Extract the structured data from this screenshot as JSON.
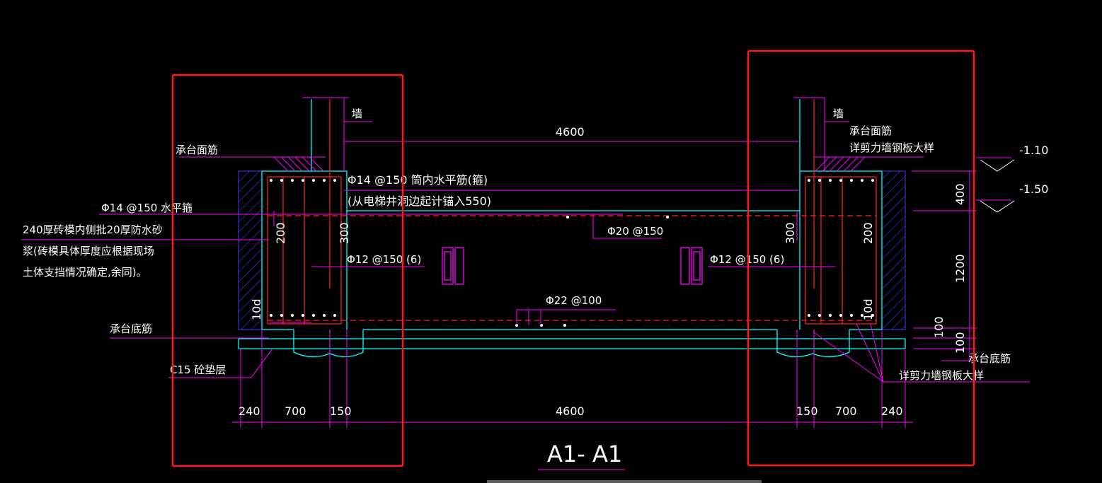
{
  "drawing": {
    "section_title": "A1- A1",
    "colors": {
      "background": "#000000",
      "magenta": "#ff00ff",
      "cyan": "#00ffff",
      "red": "#ff0000",
      "green": "#00ff00",
      "white": "#ffffff",
      "highlight_box": "#ff0000"
    },
    "labels": {
      "wall_left": "墙",
      "wall_right": "墙",
      "cap_top_rebar_left": "承台面筋",
      "cap_top_rebar_right": "承台面筋",
      "shear_wall_detail_top": "详剪力墙钢板大样",
      "shear_wall_detail_bottom": "详剪力墙钢板大样",
      "horizontal_stirrup": "Φ14 @150 水平箍",
      "brick_formwork_1": "240厚砖模内侧批20厚防水砂",
      "brick_formwork_2": "浆(砖模具体厚度应根据现场",
      "brick_formwork_3": "土体支挡情况确定,余同)。",
      "inner_horizontal_1": "Φ14 @150 筒内水平筋(箍)",
      "inner_horizontal_2": "(从电梯井洞边起计锚入550)",
      "bar_phi20": "Φ20 @150",
      "bar_phi12_left": "Φ12 @150 (6)",
      "bar_phi12_right": "Φ12 @150 (6)",
      "bar_phi22": "Φ22 @100",
      "cap_bottom_rebar_left": "承台底筋",
      "cap_bottom_rebar_right": "承台底筋",
      "cushion_layer": "C15 砼垫层",
      "elev_110": "-1.10",
      "elev_150": "-1.50"
    },
    "dimensions": {
      "top_span": "4600",
      "bottom_span": "4600",
      "left_240": "240",
      "left_700": "700",
      "left_150": "150",
      "right_150": "150",
      "right_700": "700",
      "right_240": "240",
      "left_200": "200",
      "left_300": "300",
      "right_300": "300",
      "right_200": "200",
      "left_10d": "10d",
      "right_10d": "10d",
      "right_400": "400",
      "right_1200": "1200",
      "right_100a": "100",
      "right_100b": "100"
    }
  }
}
